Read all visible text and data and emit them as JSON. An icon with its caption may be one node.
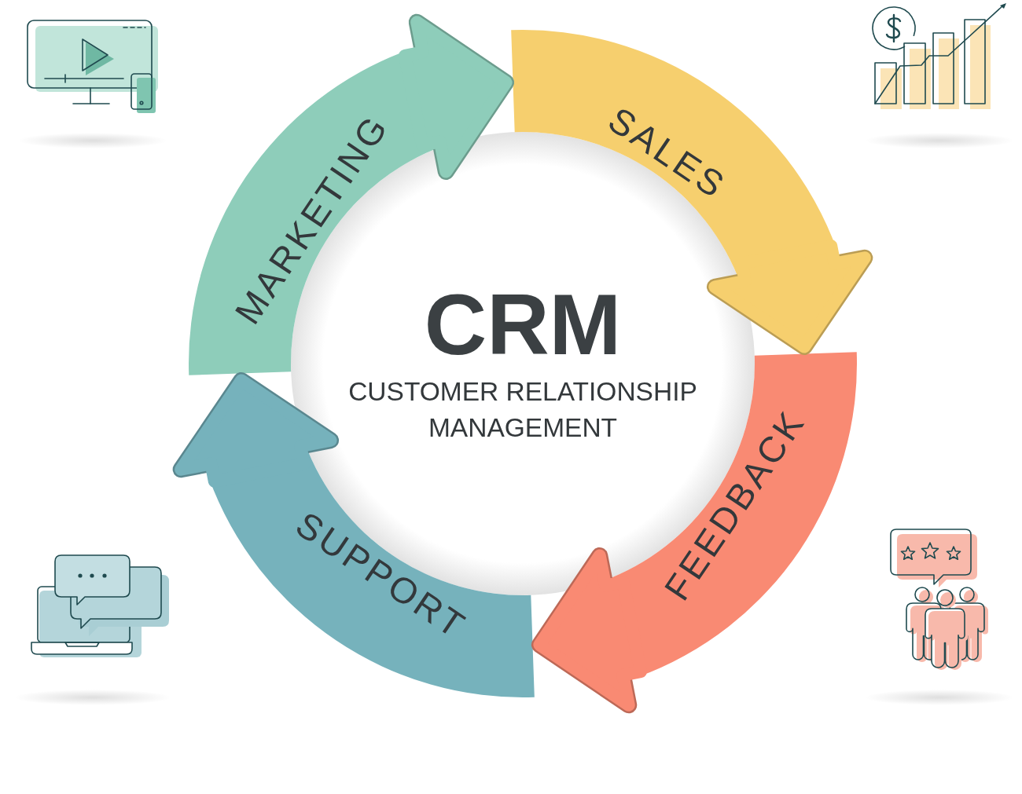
{
  "diagram": {
    "nodes": [
      {
        "text": [
          "CRM",
          "CUSTOMER RELATIONSHIP MANAGEMENT"
        ]
      },
      {
        "text": [
          "MARKETING"
        ]
      },
      {
        "text": [
          "SALES"
        ]
      },
      {
        "text": [
          "FEEDBACK"
        ]
      },
      {
        "text": [
          "SUPPORT"
        ]
      }
    ],
    "edges": [
      {
        "from": 1,
        "to": 2,
        "arrow": "to",
        "color": "#8ecdba"
      },
      {
        "from": 2,
        "to": 3,
        "arrow": "to",
        "color": "#f6cf6e"
      },
      {
        "from": 3,
        "to": 4,
        "arrow": "to",
        "color": "#f98a73"
      },
      {
        "from": 4,
        "to": 1,
        "arrow": "to",
        "color": "#76b2bc"
      }
    ]
  }
}
